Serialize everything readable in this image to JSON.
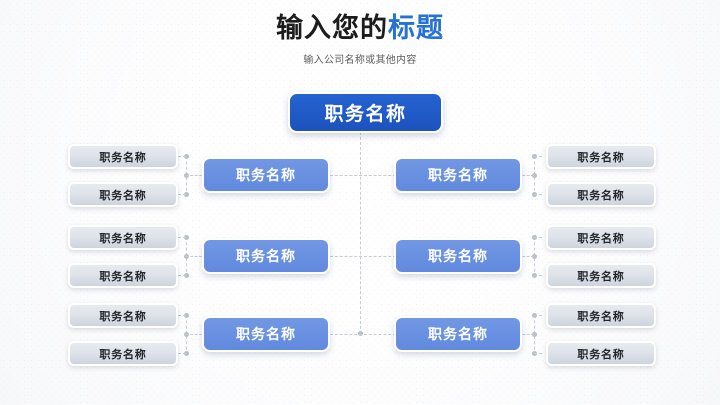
{
  "header": {
    "title_plain": "输入您的",
    "title_accent": "标题",
    "subtitle": "输入公司名称或其他内容"
  },
  "colors": {
    "accent": "#2571d6",
    "root_box": "#1f58c8",
    "mid_box": "#6d92e0",
    "leaf_box": "#dfe3ea",
    "connector": "#c6cbd4",
    "connector_dot": "#b9bfc9",
    "background": "#fbfbfc",
    "title_text": "#1c1c1c",
    "subtitle_text": "#5d5d5d"
  },
  "chart_data": {
    "type": "diagram",
    "diagram_kind": "organization-chart",
    "title": "输入您的标题",
    "subtitle": "输入公司名称或其他内容",
    "root": {
      "label": "职务名称",
      "level": 0
    },
    "branches": [
      {
        "side": "left",
        "row": 1,
        "mid": {
          "label": "职务名称",
          "level": 1
        },
        "leaves": [
          {
            "label": "职务名称",
            "level": 2
          },
          {
            "label": "职务名称",
            "level": 2
          }
        ]
      },
      {
        "side": "left",
        "row": 2,
        "mid": {
          "label": "职务名称",
          "level": 1
        },
        "leaves": [
          {
            "label": "职务名称",
            "level": 2
          },
          {
            "label": "职务名称",
            "level": 2
          }
        ]
      },
      {
        "side": "left",
        "row": 3,
        "mid": {
          "label": "职务名称",
          "level": 1
        },
        "leaves": [
          {
            "label": "职务名称",
            "level": 2
          },
          {
            "label": "职务名称",
            "level": 2
          }
        ]
      },
      {
        "side": "right",
        "row": 1,
        "mid": {
          "label": "职务名称",
          "level": 1
        },
        "leaves": [
          {
            "label": "职务名称",
            "level": 2
          },
          {
            "label": "职务名称",
            "level": 2
          }
        ]
      },
      {
        "side": "right",
        "row": 2,
        "mid": {
          "label": "职务名称",
          "level": 1
        },
        "leaves": [
          {
            "label": "职务名称",
            "level": 2
          },
          {
            "label": "职务名称",
            "level": 2
          }
        ]
      },
      {
        "side": "right",
        "row": 3,
        "mid": {
          "label": "职务名称",
          "level": 1
        },
        "leaves": [
          {
            "label": "职务名称",
            "level": 2
          },
          {
            "label": "职务名称",
            "level": 2
          }
        ]
      }
    ],
    "counts": {
      "root_nodes": 1,
      "mid_nodes": 6,
      "leaf_nodes": 12,
      "total_nodes": 19
    }
  }
}
